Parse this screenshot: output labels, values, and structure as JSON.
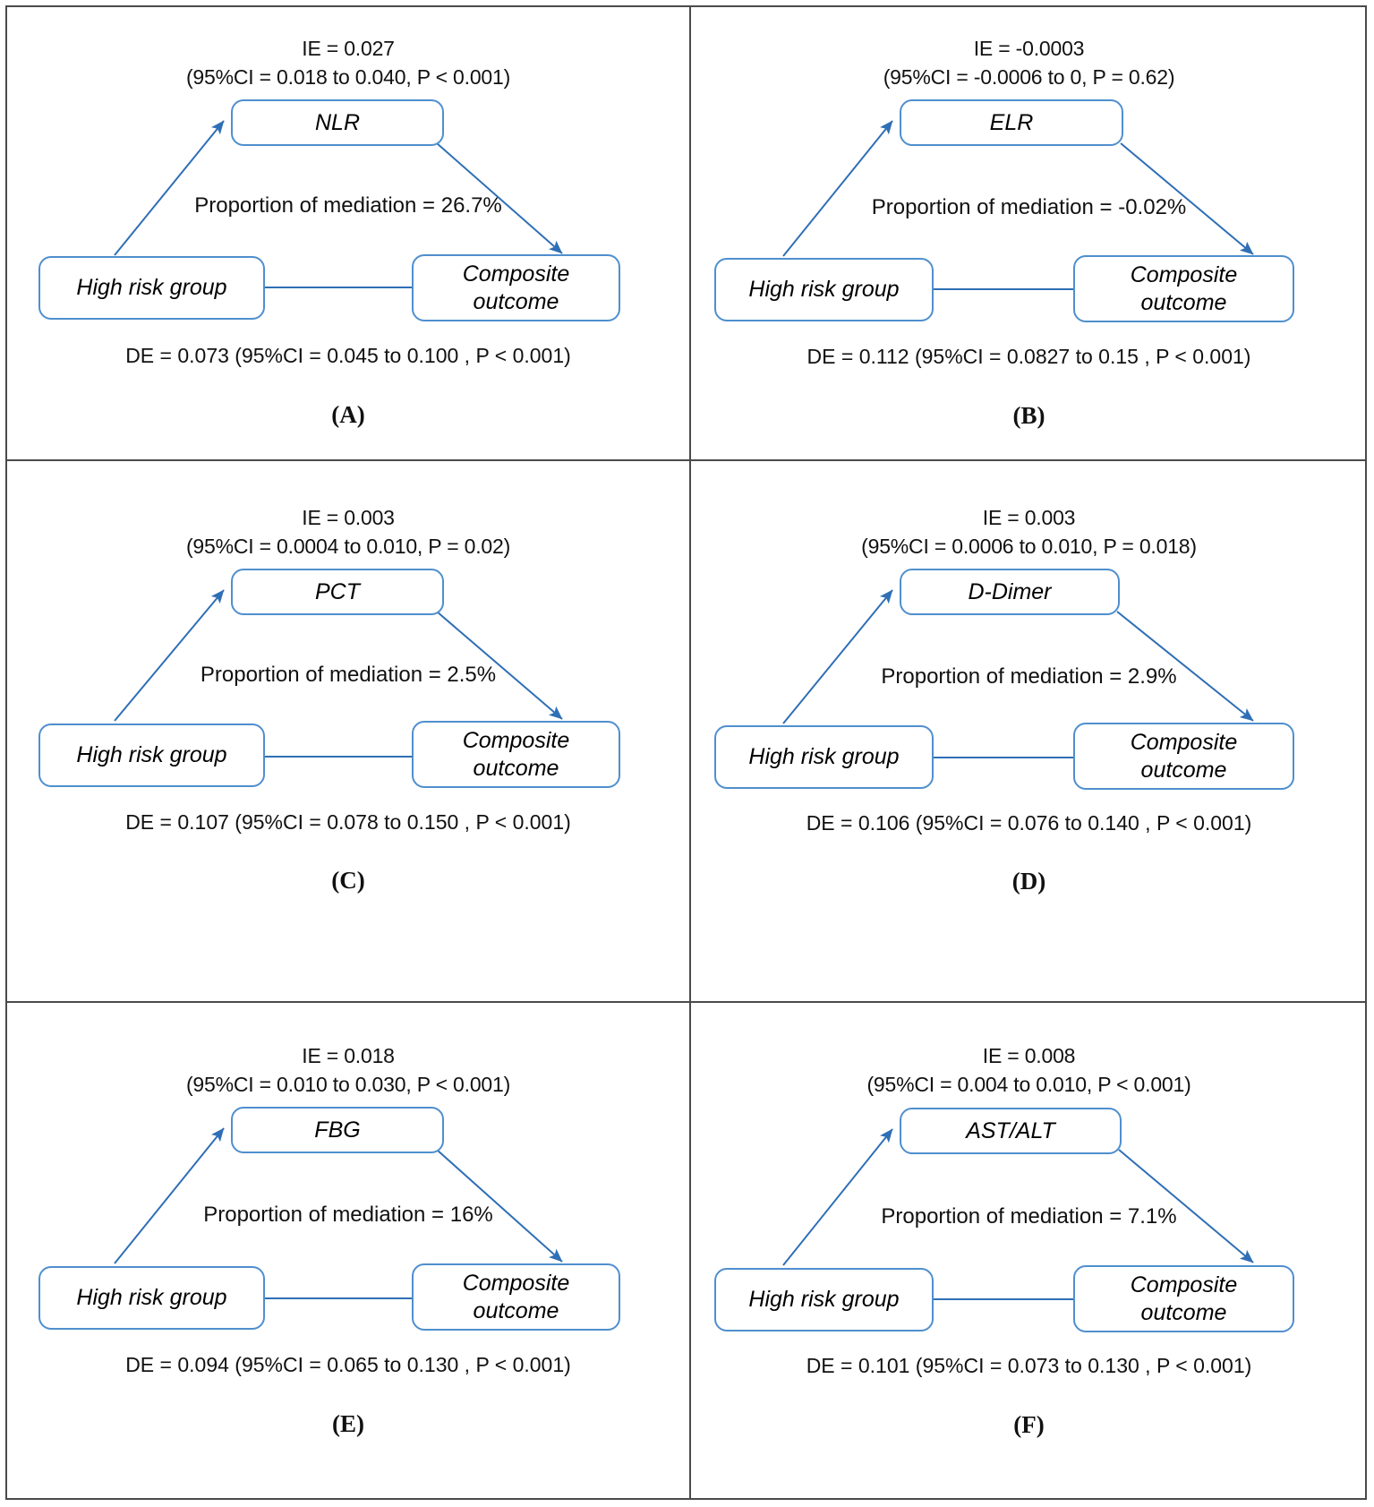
{
  "figure": {
    "type": "mediation-analysis-diagram",
    "accent_color": "#4f8fce",
    "frame_color": "#4a4a4a",
    "text_color": "#111111",
    "exposure_label": "High risk group",
    "outcome_label": "Composite outcome"
  },
  "panels": [
    {
      "id": "A",
      "label": "(A)",
      "mediator": "NLR",
      "exposure": "High risk group",
      "outcome_line1": "Composite",
      "outcome_line2": "outcome",
      "ie_line1": "IE = 0.027",
      "ie_line2": "(95%CI = 0.018 to 0.040, P < 0.001)",
      "proportion": "Proportion of mediation = 26.7%",
      "de": "DE = 0.073 (95%CI = 0.045 to 0.100 , P < 0.001)",
      "values": {
        "indirect_effect": 0.027,
        "ie_ci_low": 0.018,
        "ie_ci_high": 0.04,
        "ie_p": "< 0.001",
        "direct_effect": 0.073,
        "de_ci_low": 0.045,
        "de_ci_high": 0.1,
        "de_p": "< 0.001",
        "proportion_mediated_pct": 26.7
      }
    },
    {
      "id": "B",
      "label": "(B)",
      "mediator": "ELR",
      "exposure": "High risk group",
      "outcome_line1": "Composite",
      "outcome_line2": "outcome",
      "ie_line1": "IE = -0.0003",
      "ie_line2": "(95%CI = -0.0006 to 0, P = 0.62)",
      "proportion": "Proportion of mediation = -0.02%",
      "de": "DE = 0.112 (95%CI = 0.0827 to 0.15 , P < 0.001)",
      "values": {
        "indirect_effect": -0.0003,
        "ie_ci_low": -0.0006,
        "ie_ci_high": 0,
        "ie_p": "0.62",
        "direct_effect": 0.112,
        "de_ci_low": 0.0827,
        "de_ci_high": 0.15,
        "de_p": "< 0.001",
        "proportion_mediated_pct": -0.02
      }
    },
    {
      "id": "C",
      "label": "(C)",
      "mediator": "PCT",
      "exposure": "High risk group",
      "outcome_line1": "Composite",
      "outcome_line2": "outcome",
      "ie_line1": "IE = 0.003",
      "ie_line2": "(95%CI = 0.0004 to 0.010, P = 0.02)",
      "proportion": "Proportion of mediation = 2.5%",
      "de": "DE = 0.107 (95%CI = 0.078 to 0.150 , P < 0.001)",
      "values": {
        "indirect_effect": 0.003,
        "ie_ci_low": 0.0004,
        "ie_ci_high": 0.01,
        "ie_p": "0.02",
        "direct_effect": 0.107,
        "de_ci_low": 0.078,
        "de_ci_high": 0.15,
        "de_p": "< 0.001",
        "proportion_mediated_pct": 2.5
      }
    },
    {
      "id": "D",
      "label": "(D)",
      "mediator": "D-Dimer",
      "exposure": "High risk group",
      "outcome_line1": "Composite",
      "outcome_line2": "outcome",
      "ie_line1": "IE = 0.003",
      "ie_line2": "(95%CI = 0.0006 to 0.010, P = 0.018)",
      "proportion": "Proportion of mediation = 2.9%",
      "de": "DE = 0.106 (95%CI = 0.076 to 0.140 , P < 0.001)",
      "values": {
        "indirect_effect": 0.003,
        "ie_ci_low": 0.0006,
        "ie_ci_high": 0.01,
        "ie_p": "0.018",
        "direct_effect": 0.106,
        "de_ci_low": 0.076,
        "de_ci_high": 0.14,
        "de_p": "< 0.001",
        "proportion_mediated_pct": 2.9
      }
    },
    {
      "id": "E",
      "label": "(E)",
      "mediator": "FBG",
      "exposure": "High risk group",
      "outcome_line1": "Composite",
      "outcome_line2": "outcome",
      "ie_line1": "IE = 0.018",
      "ie_line2": "(95%CI = 0.010 to 0.030, P < 0.001)",
      "proportion": "Proportion of mediation = 16%",
      "de": "DE = 0.094 (95%CI = 0.065 to 0.130 , P < 0.001)",
      "values": {
        "indirect_effect": 0.018,
        "ie_ci_low": 0.01,
        "ie_ci_high": 0.03,
        "ie_p": "< 0.001",
        "direct_effect": 0.094,
        "de_ci_low": 0.065,
        "de_ci_high": 0.13,
        "de_p": "< 0.001",
        "proportion_mediated_pct": 16
      }
    },
    {
      "id": "F",
      "label": "(F)",
      "mediator": "AST/ALT",
      "exposure": "High risk group",
      "outcome_line1": "Composite",
      "outcome_line2": "outcome",
      "ie_line1": "IE = 0.008",
      "ie_line2": "(95%CI = 0.004 to 0.010, P < 0.001)",
      "proportion": "Proportion of mediation = 7.1%",
      "de": "DE = 0.101 (95%CI = 0.073 to 0.130 , P < 0.001)",
      "values": {
        "indirect_effect": 0.008,
        "ie_ci_low": 0.004,
        "ie_ci_high": 0.01,
        "ie_p": "< 0.001",
        "direct_effect": 0.101,
        "de_ci_low": 0.073,
        "de_ci_high": 0.13,
        "de_p": "< 0.001",
        "proportion_mediated_pct": 7.1
      }
    }
  ]
}
